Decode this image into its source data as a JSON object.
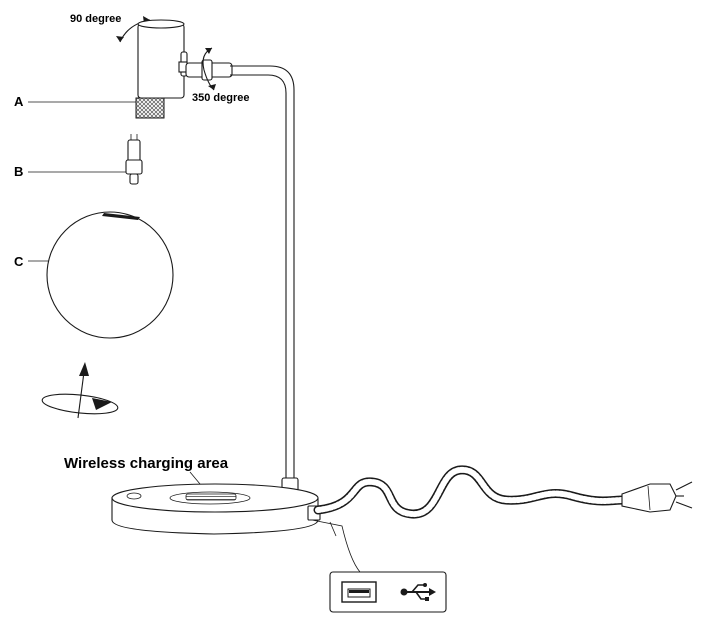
{
  "labels": {
    "rotation_top": "90 degree",
    "rotation_joint": "350 degree",
    "part_a": "A",
    "part_b": "B",
    "part_c": "C",
    "wireless_area": "Wireless charging area"
  },
  "icons": [
    "usb-port-icon",
    "usb-symbol-icon"
  ]
}
